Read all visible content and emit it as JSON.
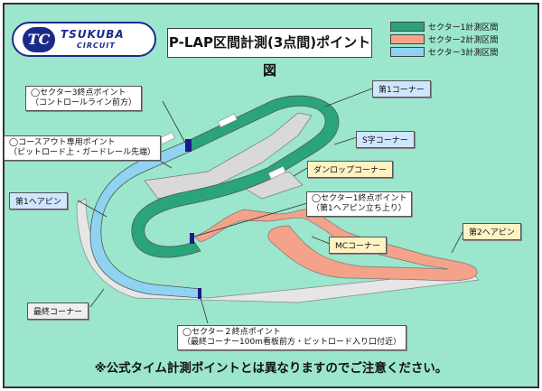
{
  "logo": {
    "mark": "TC",
    "name": "TSUKUBA",
    "sub": "CIRCUIT"
  },
  "title": "P-LAP区間計測(3点間)ポイント図",
  "legend": [
    {
      "label": "セクター1計測区間",
      "color": "#2aa57a"
    },
    {
      "label": "セクター2計測区間",
      "color": "#f4a28a"
    },
    {
      "label": "セクター3計測区間",
      "color": "#8fd3f0"
    }
  ],
  "callouts": {
    "sector3_end": [
      "◯セクター3終点ポイント",
      "（コントロールライン前方）"
    ],
    "course_out": [
      "◯コースアウト専用ポイント",
      "（ピットロード上・ガードレール先端）"
    ],
    "sector1_end": [
      "◯セクター1終点ポイント",
      "（第1ヘアピン立ち上り）"
    ],
    "sector2_end": [
      "◯セクター２終点ポイント",
      "（最終コーナー100m看板前方・ピットロード入り口付近）"
    ]
  },
  "corners": {
    "first_corner": "第1コーナー",
    "s_curve": "S字コーナー",
    "dunlop": "ダンロップコーナー",
    "first_hairpin": "第1ヘアピン",
    "mc": "MCコーナー",
    "second_hairpin": "第2ヘアピン",
    "final": "最終コーナー"
  },
  "footer": "※公式タイム計測ポイントとは異なりますのでご注意ください。"
}
